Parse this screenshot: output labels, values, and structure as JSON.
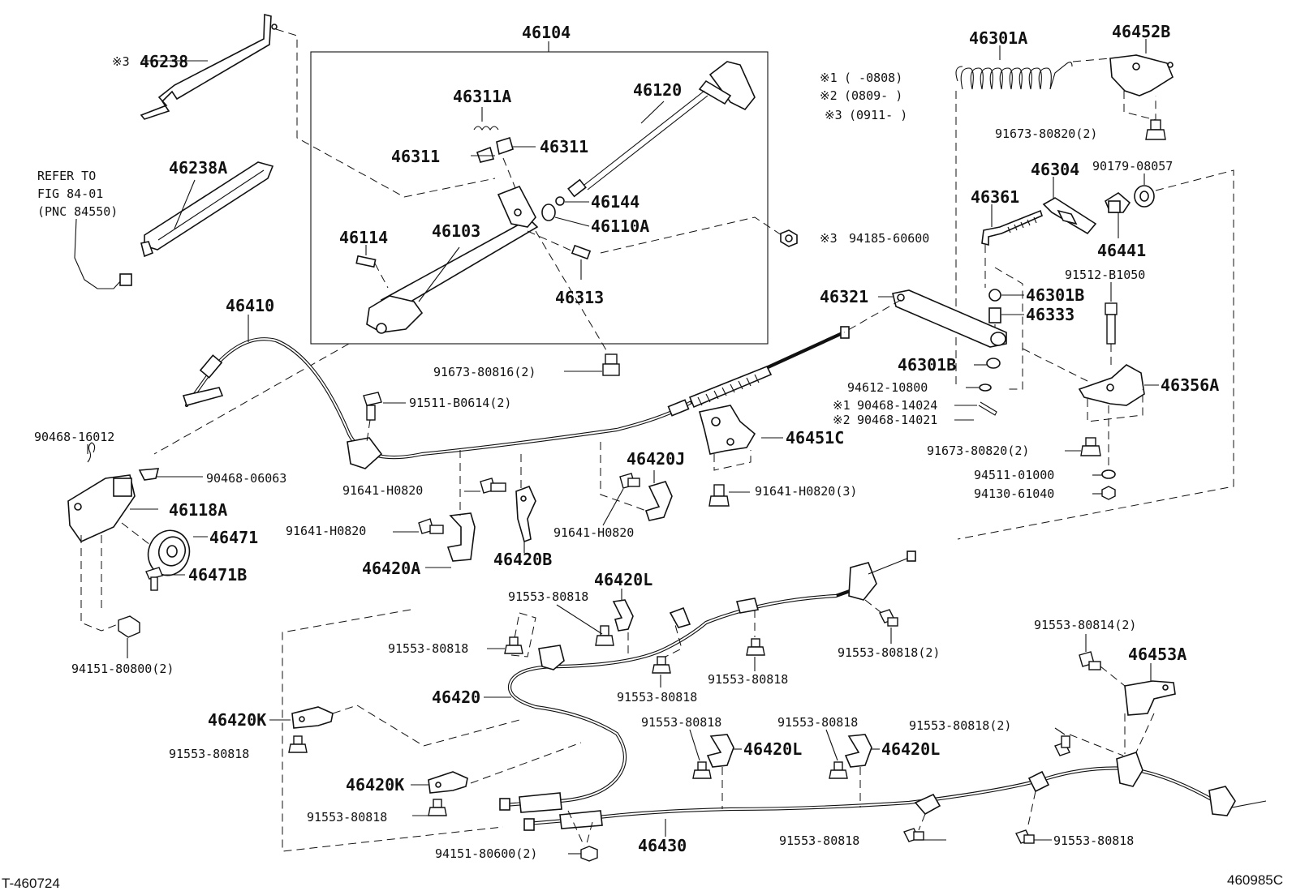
{
  "diagram": {
    "callouts": {
      "p46104": "46104",
      "p46238": "46238",
      "p46238A": "46238A",
      "p46311A": "46311A",
      "p46311_left": "46311",
      "p46311_right": "46311",
      "p46120": "46120",
      "p46144": "46144",
      "p46110A": "46110A",
      "p46114": "46114",
      "p46103": "46103",
      "p46313": "46313",
      "p94185_60600": "94185-60600",
      "p91673_80816": "91673-80816(2)",
      "p46410": "46410",
      "p91511_B0614": "91511-B0614(2)",
      "p90468_16012": "90468-16012",
      "p90468_06063": "90468-06063",
      "p46118A": "46118A",
      "p46471": "46471",
      "p46471B": "46471B",
      "p94151_80800": "94151-80800(2)",
      "p91641_H0820_a": "91641-H0820",
      "p91641_H0820_b": "91641-H0820",
      "p91641_H0820_c": "91641-H0820",
      "p91641_H0820_3": "91641-H0820(3)",
      "p46420A": "46420A",
      "p46420B": "46420B",
      "p46420J": "46420J",
      "p46451C": "46451C",
      "p46301A": "46301A",
      "p46452B": "46452B",
      "p91673_80820_top": "91673-80820(2)",
      "p46304": "46304",
      "p90179_08057": "90179-08057",
      "p46361": "46361",
      "p46441": "46441",
      "p91512_B1050": "91512-B1050",
      "p46301B_top": "46301B",
      "p46333": "46333",
      "p46321": "46321",
      "p46301B_bottom": "46301B",
      "p94612_10800": "94612-10800",
      "p90468_14024": "90468-14024",
      "p90468_14021": "90468-14021",
      "p46356A": "46356A",
      "p91673_80820_bottom": "91673-80820(2)",
      "p94511_01000": "94511-01000",
      "p94130_61040": "94130-61040",
      "p46420L_a": "46420L",
      "p91553_80818_a": "91553-80818",
      "p91553_80818_b": "91553-80818",
      "p91553_80818_c": "91553-80818",
      "p91553_80818_d": "91553-80818",
      "p91553_80818_2a": "91553-80818(2)",
      "p46420": "46420",
      "p46420K_a": "46420K",
      "p91553_80818_e": "91553-80818",
      "p46420K_b": "46420K",
      "p91553_80818_f": "91553-80818",
      "p94151_80600": "94151-80600(2)",
      "p46430": "46430",
      "p91553_80818_g": "91553-80818",
      "p46420L_b": "46420L",
      "p91553_80818_h": "91553-80818",
      "p46420L_c": "46420L",
      "p91553_80818_2b": "91553-80818(2)",
      "p91553_80818_i": "91553-80818",
      "p91553_80818_j": "91553-80818",
      "p91553_80814": "91553-80814(2)",
      "p46453A": "46453A"
    },
    "notes": {
      "refer_line1": "REFER TO",
      "refer_line2": "FIG 84-01",
      "refer_line3": "(PNC 84550)",
      "legend1_mark": "※1",
      "legend1_range": "(   -0808)",
      "legend2_mark": "※2",
      "legend2_range": "(0809-   )",
      "legend3_mark": "※3",
      "legend3_range": "(0911-   )",
      "mark3_46238": "※3",
      "mark3_94185": "※3",
      "mark1_90468": "※1",
      "mark2_90468": "※2"
    },
    "footer": {
      "left_code": "T-460724",
      "right_code": "460985C"
    }
  }
}
